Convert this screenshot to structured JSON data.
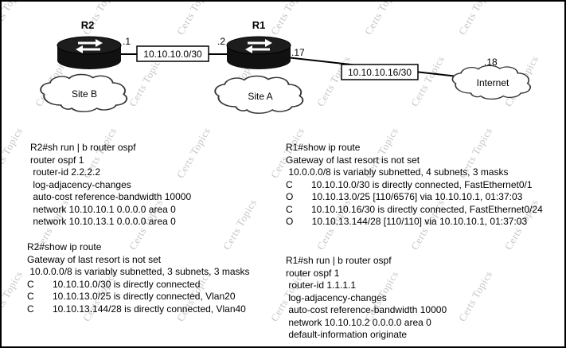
{
  "watermark": {
    "text": "Certs Topics"
  },
  "topology": {
    "routers": [
      {
        "label": "R2"
      },
      {
        "label": "R1"
      }
    ],
    "clouds": [
      {
        "label": "Site B"
      },
      {
        "label": "Site A"
      },
      {
        "label": "Internet"
      }
    ],
    "links": [
      {
        "subnet": "10.10.10.0/30",
        "left_ip": ".1",
        "right_ip": ".2"
      },
      {
        "subnet": "10.10.10.16/30",
        "left_ip": ".17",
        "right_ip": ".18"
      }
    ]
  },
  "cli": {
    "r2_ospf": [
      "R2#sh run | b router ospf",
      "router ospf 1",
      " router-id 2.2.2.2",
      " log-adjacency-changes",
      " auto-cost reference-bandwidth 10000",
      " network 10.10.10.1 0.0.0.0 area 0",
      " network 10.10.13.1 0.0.0.0 area 0"
    ],
    "r1_route": [
      "R1#show ip route",
      "Gateway of last resort is not set",
      " 10.0.0.0/8 is variably subnetted, 4 subnets, 3 masks",
      "C       10.10.10.0/30 is directly connected, FastEthernet0/1",
      "O       10.10.13.0/25 [110/6576] via 10.10.10.1, 01:37:03",
      "C       10.10.10.16/30 is directly connected, FastEthernet0/24",
      "O       10.10.13.144/28 [110/110] via 10.10.10.1, 01:37:03"
    ],
    "r2_route": [
      "R2#show ip route",
      "Gateway of last resort is not set",
      " 10.0.0.0/8 is variably subnetted, 3 subnets, 3 masks",
      "C       10.10.10.0/30 is directly connected",
      "C       10.10.13.0/25 is directly connected, Vlan20",
      "C       10.10.13.144/28 is directly connected, Vlan40"
    ],
    "r1_ospf": [
      "R1#sh run | b router ospf",
      "router ospf 1",
      " router-id 1.1.1.1",
      " log-adjacency-changes",
      " auto-cost reference-bandwidth 10000",
      " network 10.10.10.2 0.0.0.0 area 0",
      " default-information originate"
    ]
  }
}
